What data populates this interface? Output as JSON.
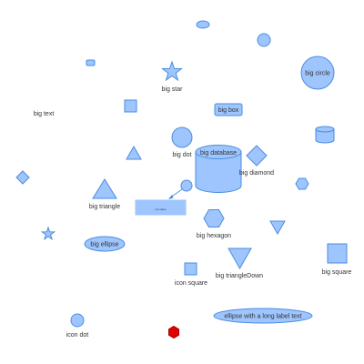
{
  "colors": {
    "fill": "#9ec5fe",
    "stroke": "#4a8de0",
    "label": "#333333",
    "highlight_fill": "#e00000",
    "highlight_stroke": "#b00000",
    "edge": "#4a8de0"
  },
  "labels": {
    "big_star": "big star",
    "big_circle": "big circle",
    "big_text": "big text",
    "big_box": "big box",
    "big_dot": "big dot",
    "big_database": "big database",
    "big_diamond": "big diamond",
    "big_triangle": "big triangle",
    "big_hexagon": "big hexagon",
    "big_ellipse": "big ellipse",
    "big_triangle_down": "big triangleDown",
    "big_square": "big square",
    "icon_square": "icon square",
    "icon_dot": "icon dot",
    "ellipse_long": "ellipse with a long label text",
    "edge_label": "my value"
  }
}
